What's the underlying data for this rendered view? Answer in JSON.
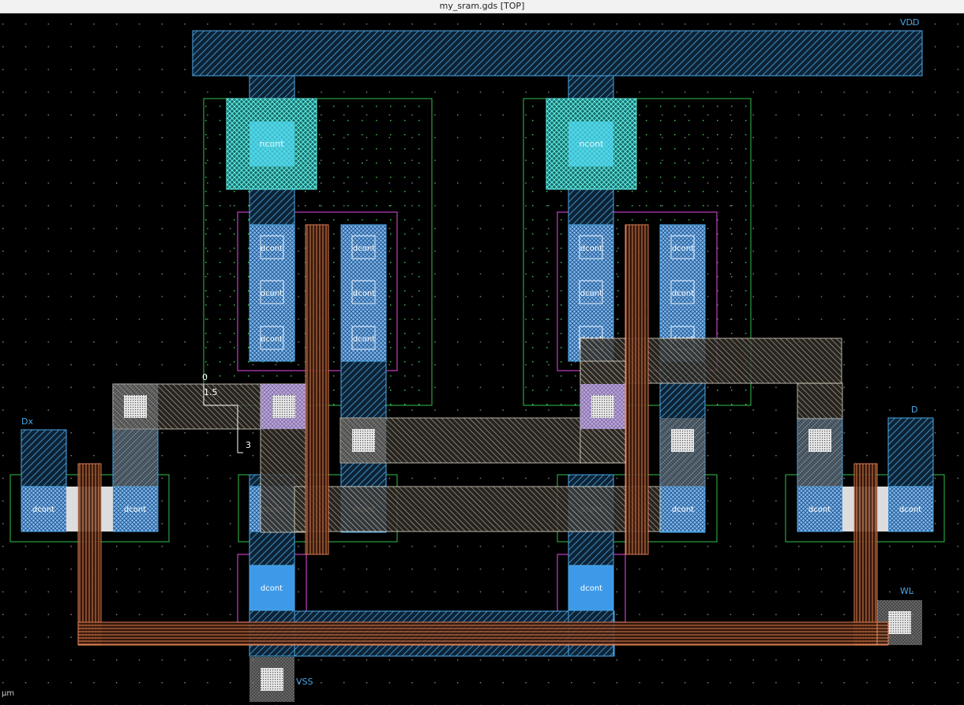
{
  "window": {
    "title": "my_sram.gds [TOP]"
  },
  "status": {
    "unit": "μm"
  },
  "colors": {
    "metal1": "#4aa8e8",
    "poly": "#f08a5d",
    "diffusion": "#3cdc5a",
    "pimplant": "#c040c0",
    "contact_fill": "#e8e8e8",
    "label": "#4aa8e8",
    "background": "#000000"
  },
  "pins": {
    "vdd": "VDD",
    "vss": "VSS",
    "wl": "WL",
    "d": "D",
    "dx": "Dx"
  },
  "contacts": {
    "ncont": "ncont",
    "dcont": "dcont"
  },
  "ruler": {
    "zero": "0",
    "mid": "1.5",
    "end": "3"
  }
}
